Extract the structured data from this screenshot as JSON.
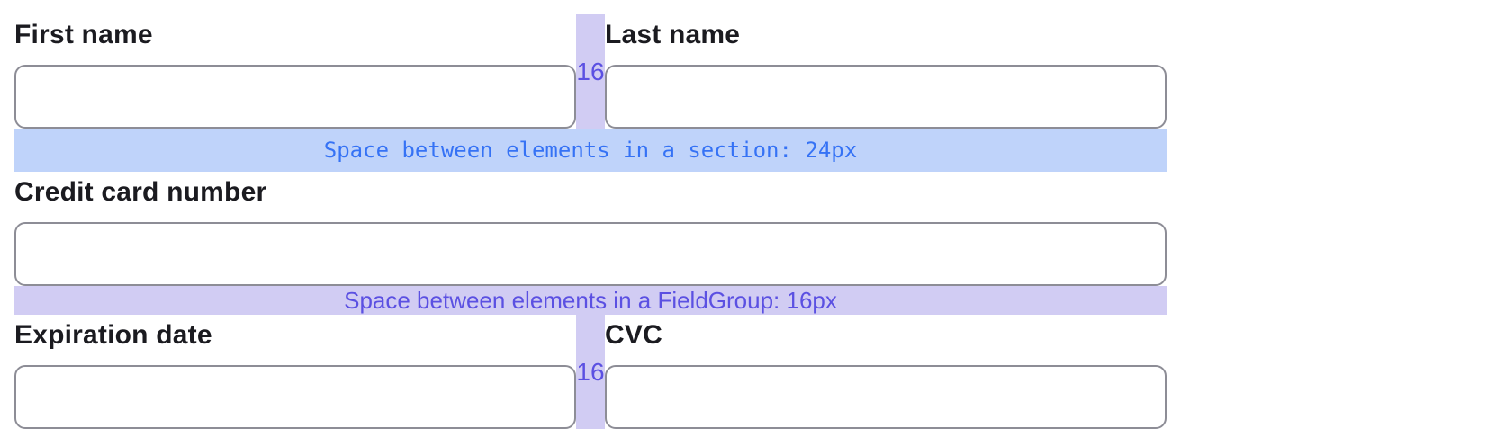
{
  "colors": {
    "page_bg": "#ffffff",
    "label_text": "#1b1b20",
    "input_border": "#8d8d96",
    "input_bg": "#ffffff",
    "section_band_bg": "#bfd3fa",
    "section_band_text": "#3572f5",
    "group_band_bg": "#d1ccf3",
    "group_band_text": "#5b50e2",
    "gap_bar_bg": "#d1ccf3",
    "gap_label_text": "#5b50e2"
  },
  "annotations": {
    "gap_label": "16",
    "section_spacing_text": "Space between elements in a section: 24px",
    "fieldgroup_spacing_text": "Space between elements in a FieldGroup: 16px"
  },
  "form": {
    "first_name": {
      "label": "First name",
      "value": ""
    },
    "last_name": {
      "label": "Last name",
      "value": ""
    },
    "card_number": {
      "label": "Credit card number",
      "value": ""
    },
    "expiration_date": {
      "label": "Expiration date",
      "value": ""
    },
    "cvc": {
      "label": "CVC",
      "value": ""
    }
  }
}
